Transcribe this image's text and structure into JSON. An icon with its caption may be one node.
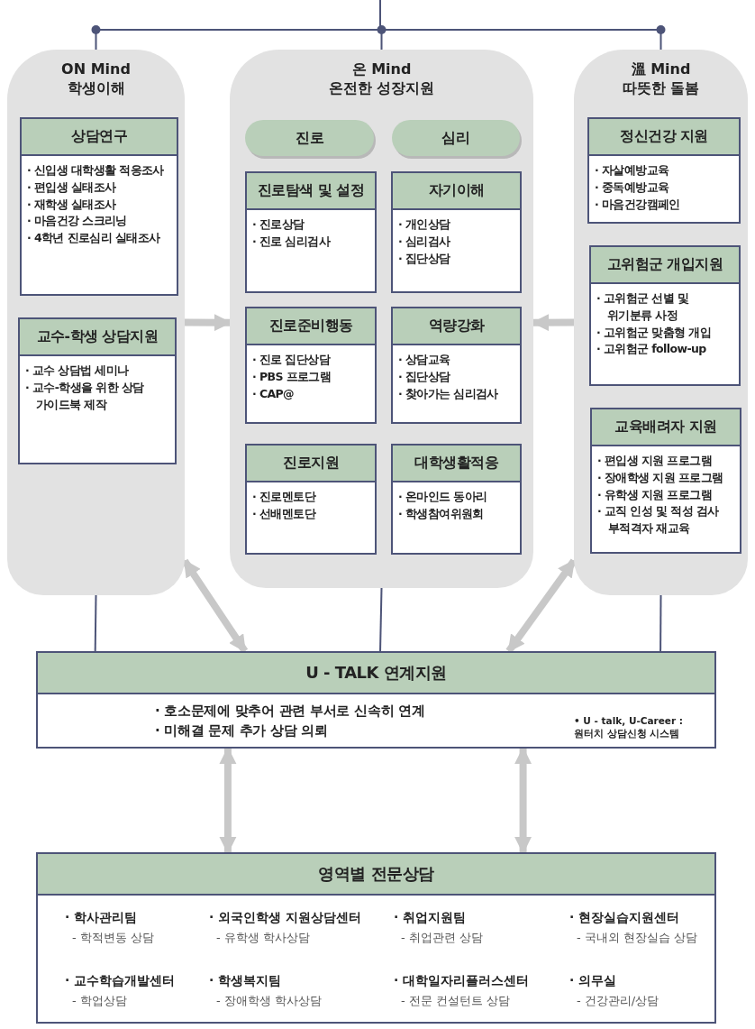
{
  "diagram": {
    "nodes": [
      {
        "text": [
          "ON Mind 학생이해"
        ]
      },
      {
        "text": [
          "상담연구",
          "· 신입생 대학생활 적응조사",
          "· 편입생 실태조사",
          "· 재학생 실태조사",
          "· 마음건강 스크리닝",
          "· 4학년 진로심리 실태조사"
        ],
        "in": 0
      },
      {
        "text": [
          "교수-학생 상담지원",
          "· 교수 상담법 세미나",
          "· 교수-학생을 위한 상담 가이드북 제작"
        ],
        "in": 0
      },
      {
        "text": [
          "온 Mind 온전한 성장지원"
        ]
      },
      {
        "text": [
          "진로"
        ],
        "in": 3
      },
      {
        "text": [
          "심리"
        ],
        "in": 3
      },
      {
        "text": [
          "진로탐색 및 설정",
          "· 진로상담",
          "· 진로 심리검사"
        ],
        "in": 3
      },
      {
        "text": [
          "자기이해",
          "· 개인상담",
          "· 심리검사",
          "· 집단상담"
        ],
        "in": 3
      },
      {
        "text": [
          "진로준비행동",
          "· 진로 집단상담",
          "· PBS 프로그램",
          "· CAP@"
        ],
        "in": 3
      },
      {
        "text": [
          "역량강화",
          "· 상담교육",
          "· 집단상담",
          "· 찾아가는 심리검사"
        ],
        "in": 3
      },
      {
        "text": [
          "진로지원",
          "· 진로멘토단",
          "· 선배멘토단"
        ],
        "in": 3
      },
      {
        "text": [
          "대학생활적응",
          "· 온마인드 동아리",
          "· 학생참여위원회"
        ],
        "in": 3
      },
      {
        "text": [
          "溫 Mind 따뜻한 돌봄"
        ]
      },
      {
        "text": [
          "정신건강 지원",
          "· 자살예방교육",
          "· 중독예방교육",
          "· 마음건강캠페인"
        ],
        "in": 12
      },
      {
        "text": [
          "고위험군 개입지원",
          "· 고위험군 선별 및 위기분류 사정",
          "· 고위험군 맞춤형 개입",
          "· 고위험군 follow-up"
        ],
        "in": 12
      },
      {
        "text": [
          "교육배려자 지원",
          "· 편입생 지원 프로그램",
          "· 장애학생 지원 프로그램",
          "· 유학생 지원 프로그램",
          "· 교직 인성 및 적성 검사 부적격자 재교육"
        ],
        "in": 12
      },
      {
        "text": [
          "U - TALK 연계지원",
          "· 호소문제에 맞추어 관련 부서로 신속히 연계",
          "· 미해결 문제 추가 상담 의뢰",
          "• U - talk, U-Career : 원터치 상담신청 시스템"
        ]
      },
      {
        "text": [
          "영역별 전문상담",
          "· 학사관리팀",
          "- 학적변동 상담",
          "· 외국인학생 지원상담센터",
          "- 유학생 학사상담",
          "· 취업지원팀",
          "- 취업관련 상담",
          "· 현장실습지원센터",
          "- 국내외 현장실습 상담",
          "· 교수학습개발센터",
          "- 학업상담",
          "· 학생복지팀",
          "- 장애학생 학사상담",
          "· 대학일자리플러스센터",
          "- 전문 컨설턴트 상담",
          "· 의무실",
          "- 건강관리/상담"
        ]
      }
    ],
    "edges": [
      {
        "from": null,
        "to": 0,
        "arrow": "none"
      },
      {
        "from": null,
        "to": 3,
        "arrow": "none"
      },
      {
        "from": null,
        "to": 12,
        "arrow": "none"
      },
      {
        "from": 0,
        "to": 3,
        "arrow": "to",
        "style": "thick",
        "color": "#c8c8c8"
      },
      {
        "from": 12,
        "to": 3,
        "arrow": "to",
        "style": "thick",
        "color": "#c8c8c8"
      },
      {
        "from": 0,
        "to": 16,
        "arrow": "none"
      },
      {
        "from": 3,
        "to": 16,
        "arrow": "none"
      },
      {
        "from": 12,
        "to": 16,
        "arrow": "none"
      },
      {
        "from": 0,
        "to": 16,
        "arrow": "both",
        "style": "thick",
        "color": "#c8c8c8"
      },
      {
        "from": 12,
        "to": 16,
        "arrow": "both",
        "style": "thick",
        "color": "#c8c8c8"
      },
      {
        "from": 16,
        "to": 17,
        "arrow": "both",
        "style": "thick",
        "color": "#c8c8c8"
      },
      {
        "from": 16,
        "to": 17,
        "arrow": "both",
        "style": "thick",
        "color": "#c8c8c8"
      }
    ]
  }
}
